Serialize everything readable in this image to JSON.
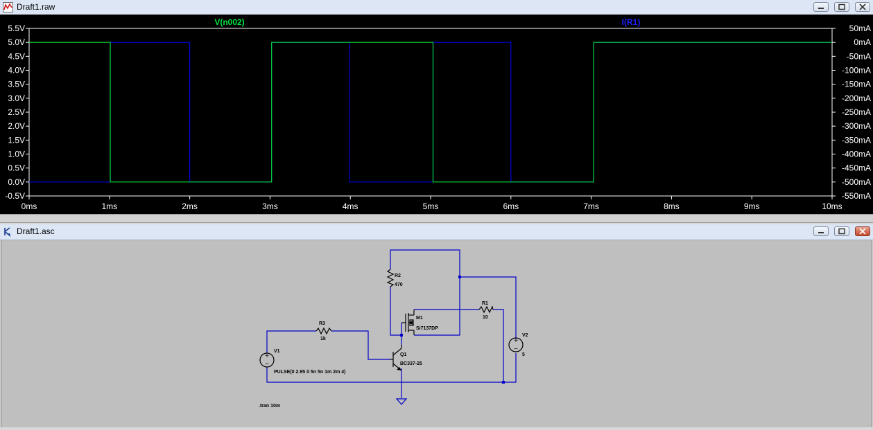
{
  "plot_window": {
    "title": "Draft1.raw",
    "icon": "waveform-icon"
  },
  "schematic_window": {
    "title": "Draft1.asc",
    "icon": "schematic-icon"
  },
  "colors": {
    "plot_bg": "#000000",
    "frame": "#ffffff",
    "trace_v": "#00dd33",
    "trace_i": "#0000e0",
    "label_v": "#00e640",
    "label_i": "#1e22ff",
    "schematic_bg": "#bfbfbf",
    "wire": "#0000c8",
    "component": "#000000"
  },
  "chart_data": {
    "type": "line",
    "x_ticks": [
      "0ms",
      "1ms",
      "2ms",
      "3ms",
      "4ms",
      "5ms",
      "6ms",
      "7ms",
      "8ms",
      "9ms",
      "10ms"
    ],
    "y_left_ticks": [
      "5.5V",
      "5.0V",
      "4.5V",
      "4.0V",
      "3.5V",
      "3.0V",
      "2.5V",
      "2.0V",
      "1.5V",
      "1.0V",
      "0.5V",
      "0.0V",
      "-0.5V"
    ],
    "y_right_ticks": [
      "50mA",
      "0mA",
      "-50mA",
      "-100mA",
      "-150mA",
      "-200mA",
      "-250mA",
      "-300mA",
      "-350mA",
      "-400mA",
      "-450mA",
      "-500mA",
      "-550mA"
    ],
    "xlim_ms": [
      0,
      10
    ],
    "ylim_left_v": [
      -0.5,
      5.5
    ],
    "ylim_right_ma": [
      -550,
      50
    ],
    "series": [
      {
        "name": "V(n002)",
        "axis": "left",
        "x_ms": [
          0,
          1.01,
          1.01,
          3.02,
          3.02,
          5.03,
          5.03,
          7.03,
          7.03,
          10
        ],
        "y": [
          5.0,
          5.0,
          0.0,
          0.0,
          5.0,
          5.0,
          0.0,
          0.0,
          5.0,
          5.0
        ]
      },
      {
        "name": "I(R1)",
        "axis": "right",
        "x_ms": [
          0,
          1.01,
          1.01,
          2.0,
          2.0,
          3.02,
          3.02,
          3.99,
          3.99,
          5.03,
          5.03,
          6.0,
          6.0,
          7.03,
          7.03,
          10
        ],
        "y": [
          -500,
          -500,
          0,
          0,
          -500,
          -500,
          0,
          0,
          -500,
          -500,
          0,
          0,
          -500,
          -500,
          0,
          0
        ]
      }
    ]
  },
  "schematic": {
    "directive": ".tran 10m",
    "components": {
      "v1": {
        "ref": "V1",
        "value": "PULSE(0 2.95 0 5n 5n 1m 2m 4)"
      },
      "r3": {
        "ref": "R3",
        "value": "1k"
      },
      "q1": {
        "ref": "Q1",
        "value": "BC337-25"
      },
      "r2": {
        "ref": "R2",
        "value": "470"
      },
      "m1": {
        "ref": "M1",
        "value": "Si7137DP"
      },
      "r1": {
        "ref": "R1",
        "value": "10"
      },
      "v2": {
        "ref": "V2",
        "value": "5"
      }
    }
  }
}
